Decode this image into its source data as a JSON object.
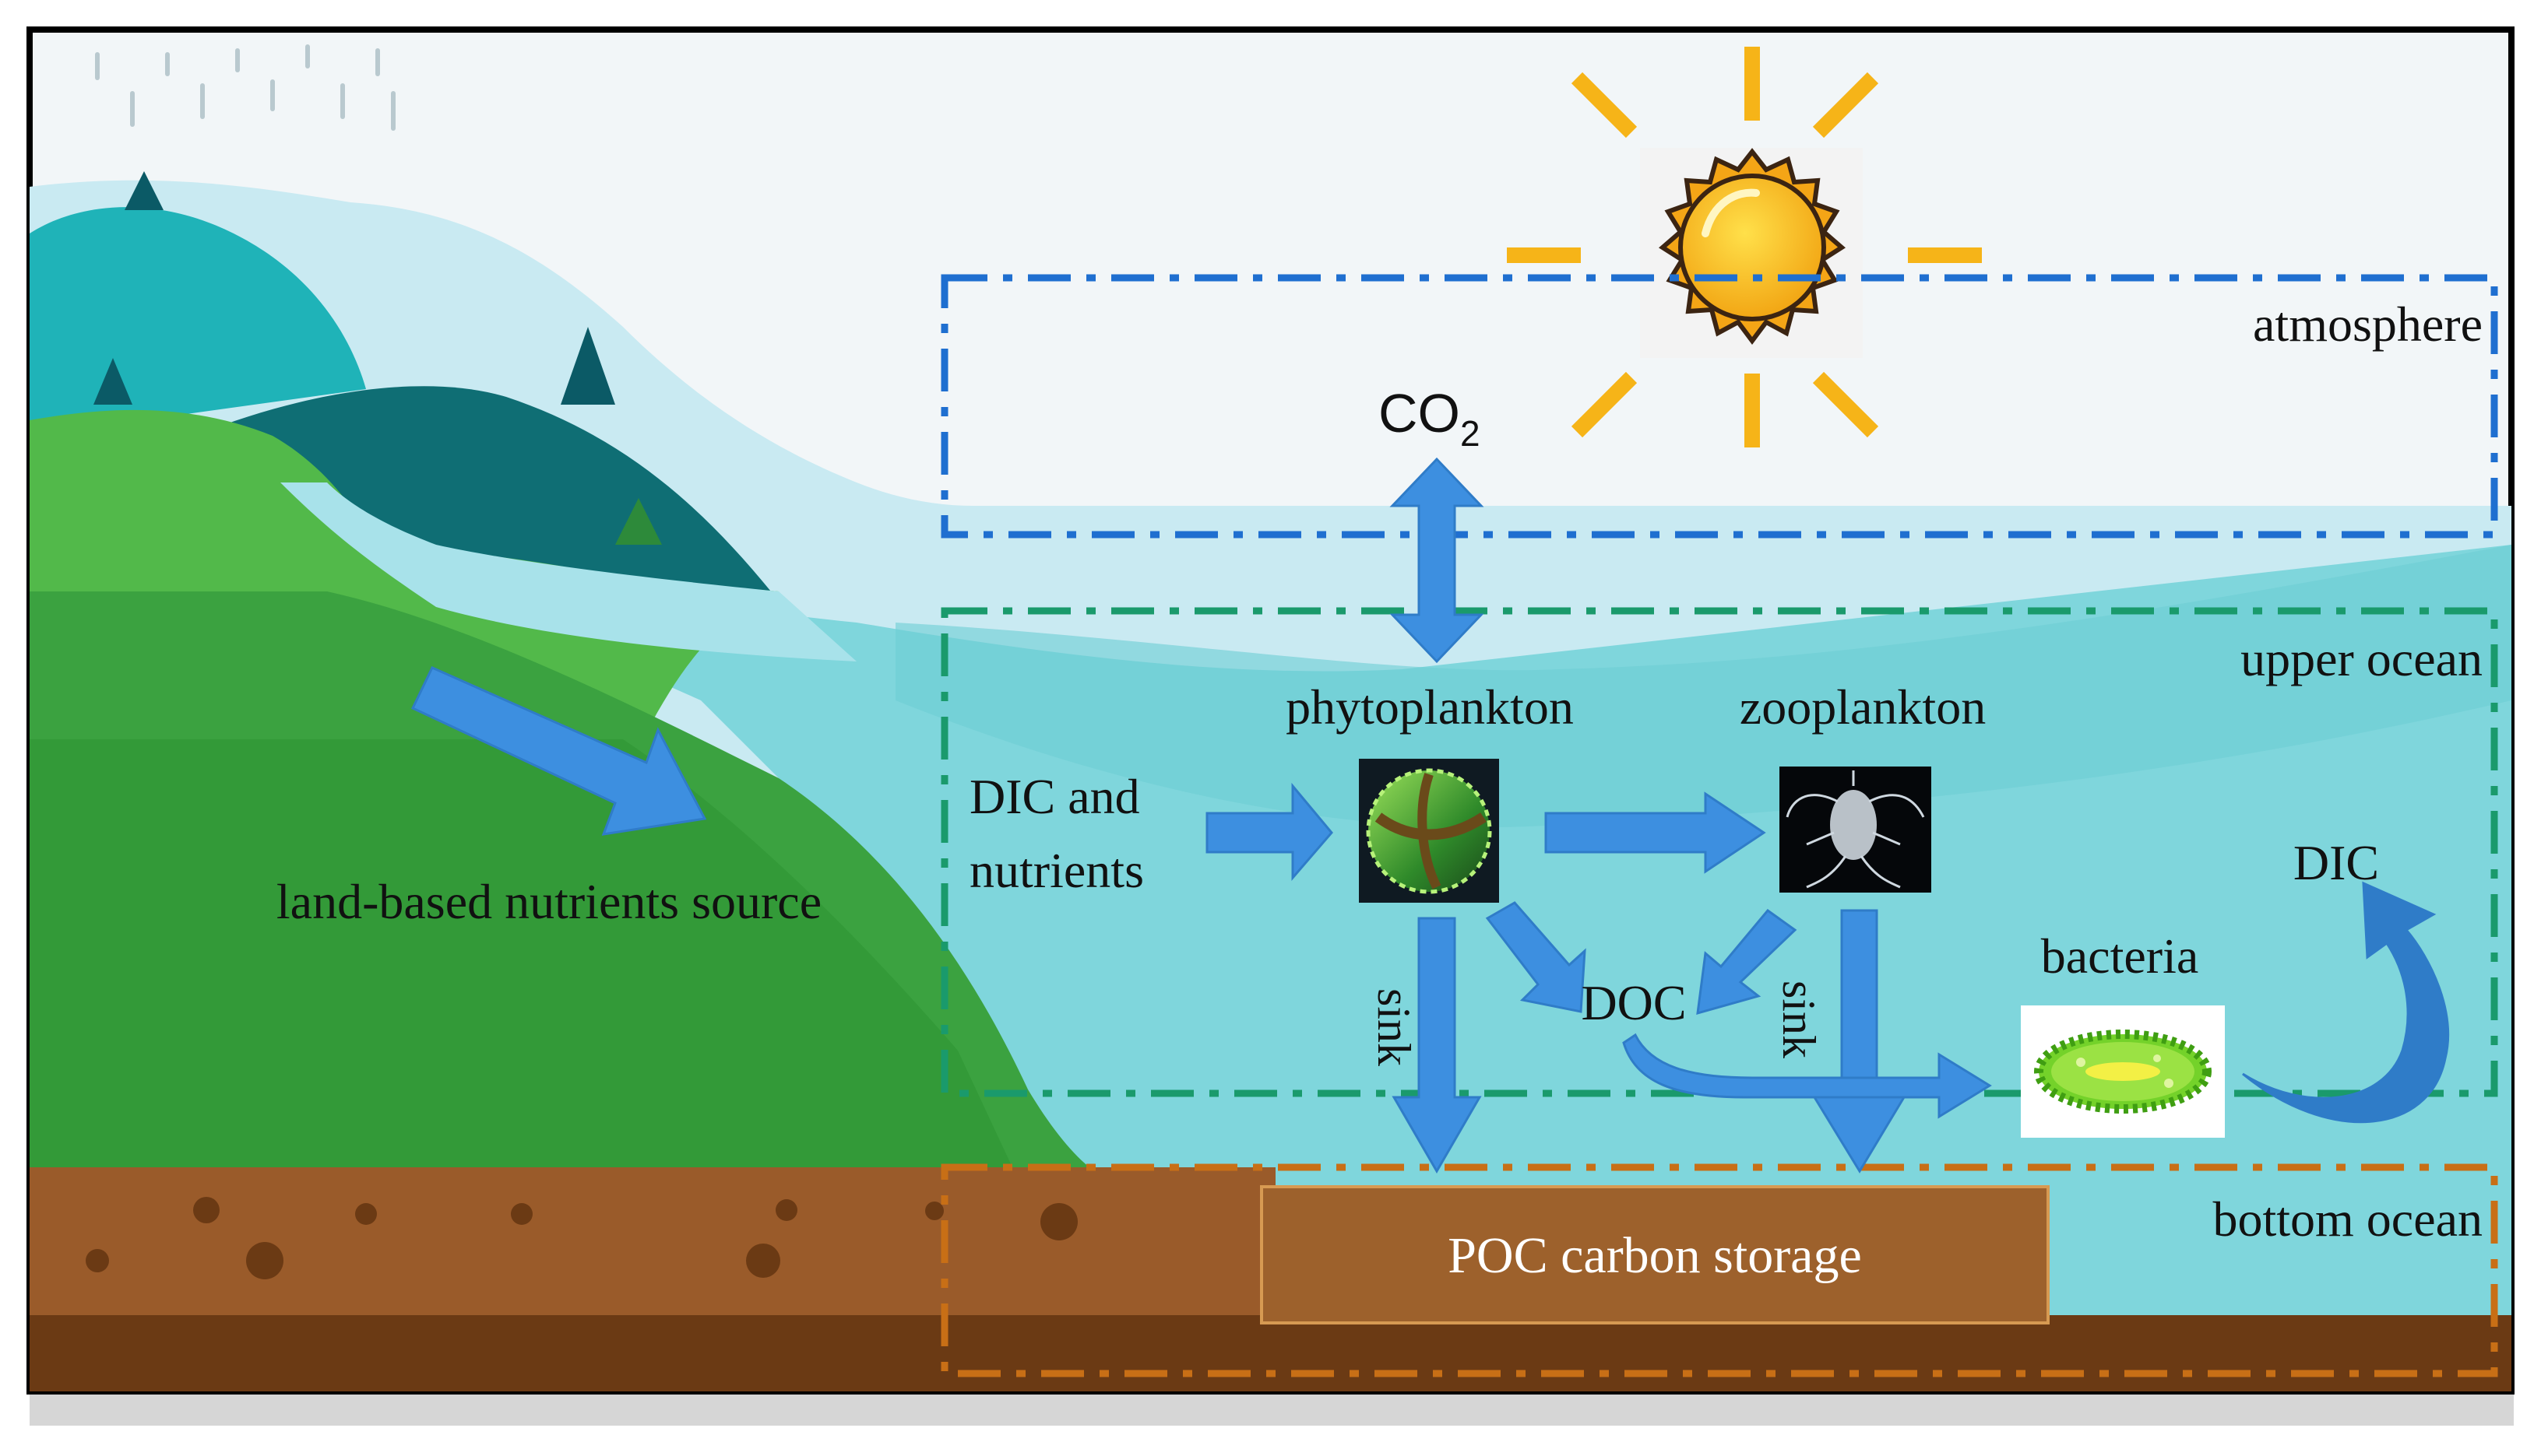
{
  "labels": {
    "atmosphere": "atmosphere",
    "upper_ocean": "upper ocean",
    "bottom_ocean": "bottom ocean",
    "co2_base": "CO",
    "co2_sub": "2",
    "phytoplankton": "phytoplankton",
    "zooplankton": "zooplankton",
    "dic_and": "DIC and",
    "nutrients": "nutrients",
    "doc": "DOC",
    "dic": "DIC",
    "bacteria": "bacteria",
    "sink_left": "sink",
    "sink_right": "sink",
    "land_source": "land-based nutrients source",
    "poc_storage": "POC carbon storage"
  },
  "colors": {
    "arrow": "#3d8fe0",
    "atmosphere_box": "#1f6fd0",
    "upper_ocean_box": "#1a9a6c",
    "bottom_ocean_box": "#c86f16",
    "sky": "#f2f6f8",
    "water": "#7fd6dc",
    "land": "#3ba240",
    "soil": "#9a5b2a",
    "storage": "#9d612c",
    "sun": "#f6b418"
  },
  "icons": {
    "sun": "sun-icon",
    "phytoplankton": "phytoplankton-image",
    "zooplankton": "zooplankton-image",
    "bacteria": "bacteria-icon"
  }
}
